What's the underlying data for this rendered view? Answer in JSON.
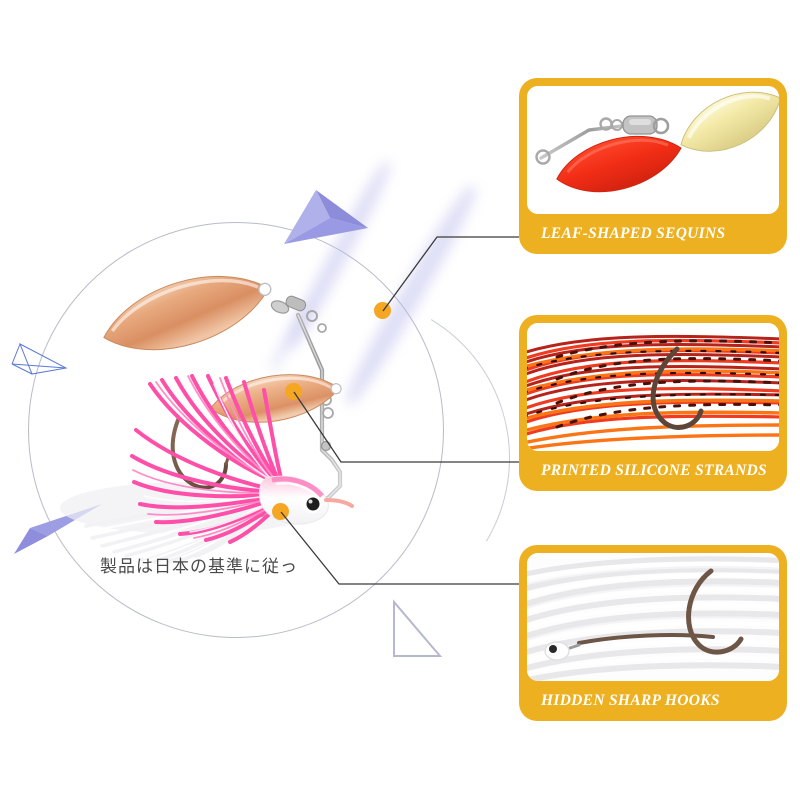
{
  "page": {
    "background": "#ffffff",
    "accent_color": "#edb020",
    "hotspot_color": "#f5a623",
    "decor_purple": "#9b9be0",
    "blade_color": "#e8a97e",
    "skirt_pink": "#ff4fa8"
  },
  "hero": {
    "caption_jp": "製品は日本の基準に従っ",
    "product_name": "spinnerbait-fishing-lure",
    "hotspots": [
      {
        "id": "hotspot-upper-blade",
        "label": "upper-blade-hotspot"
      },
      {
        "id": "hotspot-lower-blade",
        "label": "lower-blade-hotspot"
      },
      {
        "id": "hotspot-head-skirt",
        "label": "head-skirt-hotspot"
      }
    ],
    "decor": [
      {
        "name": "solid-pyramid"
      },
      {
        "name": "wire-pyramid"
      },
      {
        "name": "purple-dart"
      },
      {
        "name": "triangle-outline"
      },
      {
        "name": "motion-streaks"
      }
    ]
  },
  "cards": [
    {
      "id": "card-leaf-shaped-sequins",
      "caption": "LEAF-SHAPED SEQUINS",
      "photo_name": "red-and-gold-willow-blades-photo"
    },
    {
      "id": "card-printed-silicone-strands",
      "caption": "PRINTED SILICONE STRANDS",
      "photo_name": "orange-red-printed-skirt-photo"
    },
    {
      "id": "card-hidden-sharp-hooks",
      "caption": "HIDDEN SHARP HOOKS",
      "photo_name": "white-skirt-hidden-hook-photo"
    }
  ]
}
